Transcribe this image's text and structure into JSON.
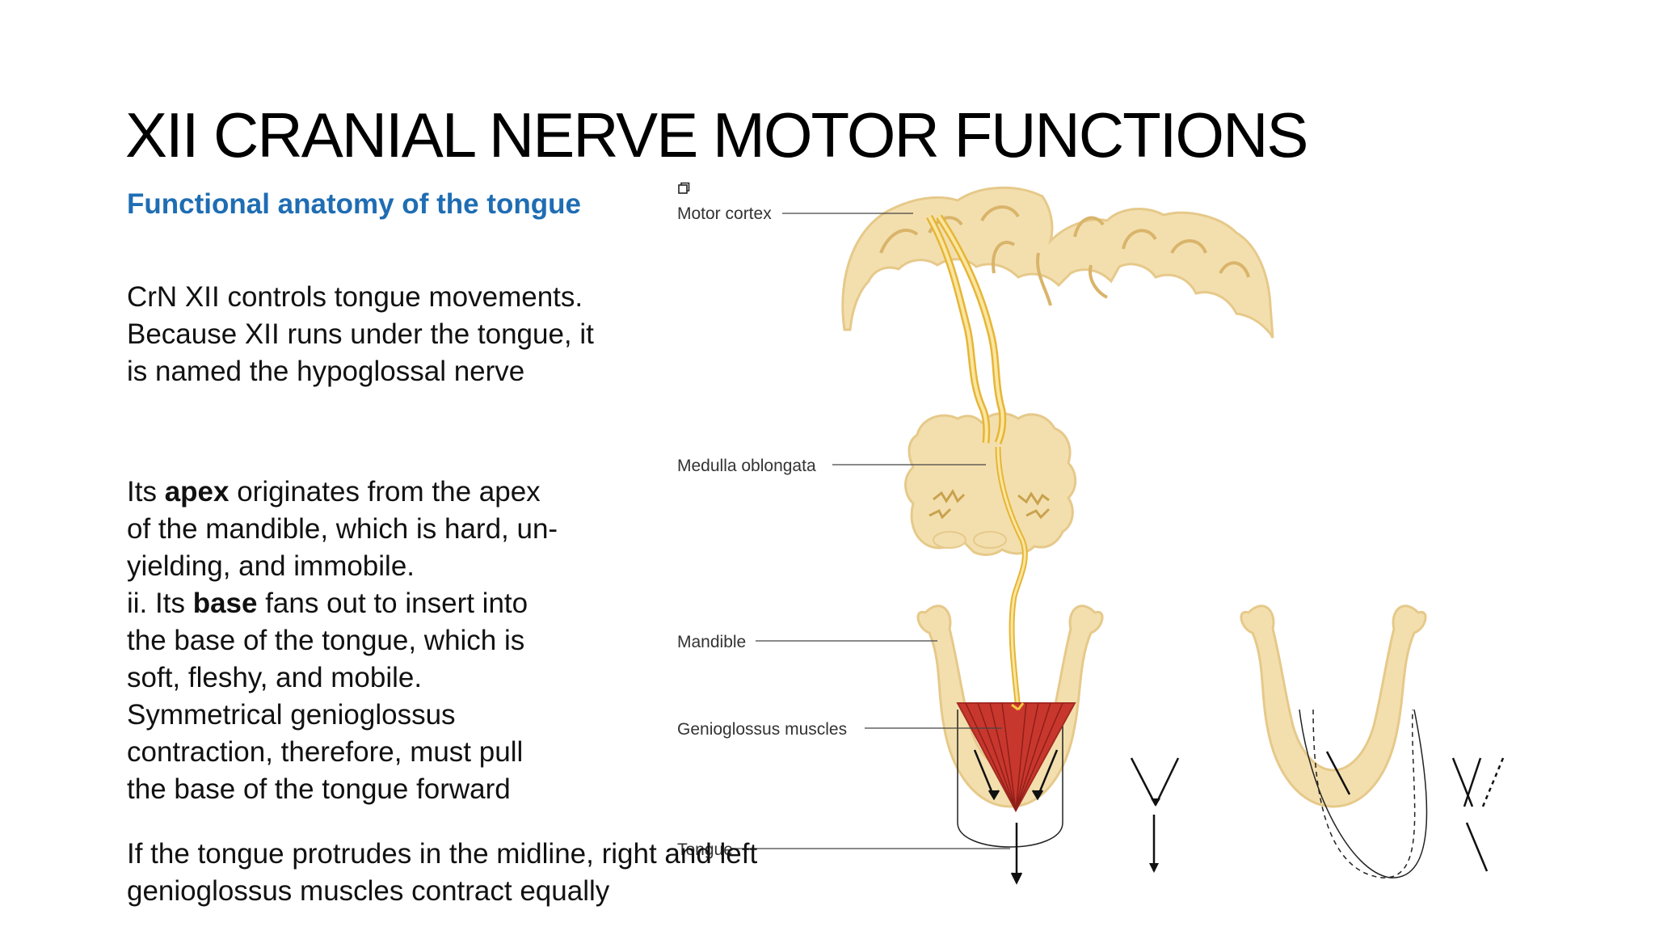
{
  "slide": {
    "title": "XII CRANIAL NERVE MOTOR FUNCTIONS",
    "subtitle": "Functional anatomy of the tongue",
    "paragraph1": [
      "CrN XII controls tongue movements.",
      "Because XII runs under the tongue, it",
      "is named the hypoglossal nerve"
    ],
    "paragraph2": {
      "l1_pre": "Its ",
      "l1_bold": "apex",
      "l1_post": " originates from the apex",
      "l2": "of the mandible, which is hard, un-",
      "l3": "yielding, and immobile.",
      "l4_pre": "ii. Its ",
      "l4_bold": "base",
      "l4_post": " fans out to insert into",
      "l5": "the base of the tongue, which is",
      "l6": "soft, fleshy, and mobile.",
      "l7": "Symmetrical genioglossus",
      "l8": "contraction, therefore, must pull",
      "l9": "the base of the tongue forward"
    },
    "paragraph3": [
      "If the tongue protrudes in the midline, right and left",
      "genioglossus muscles contract equally"
    ]
  },
  "figure": {
    "labels": {
      "motor_cortex": "Motor cortex",
      "medulla": "Medulla oblongata",
      "mandible": "Mandible",
      "genioglossus": "Genioglossus muscles",
      "tongue": "Tongue"
    },
    "colors": {
      "bone": "#f3dfae",
      "bone_edge": "#e6c98a",
      "nerve": "#f5c842",
      "muscle": "#c8372d",
      "line": "#222222"
    },
    "icons": [
      "window-icon"
    ]
  }
}
